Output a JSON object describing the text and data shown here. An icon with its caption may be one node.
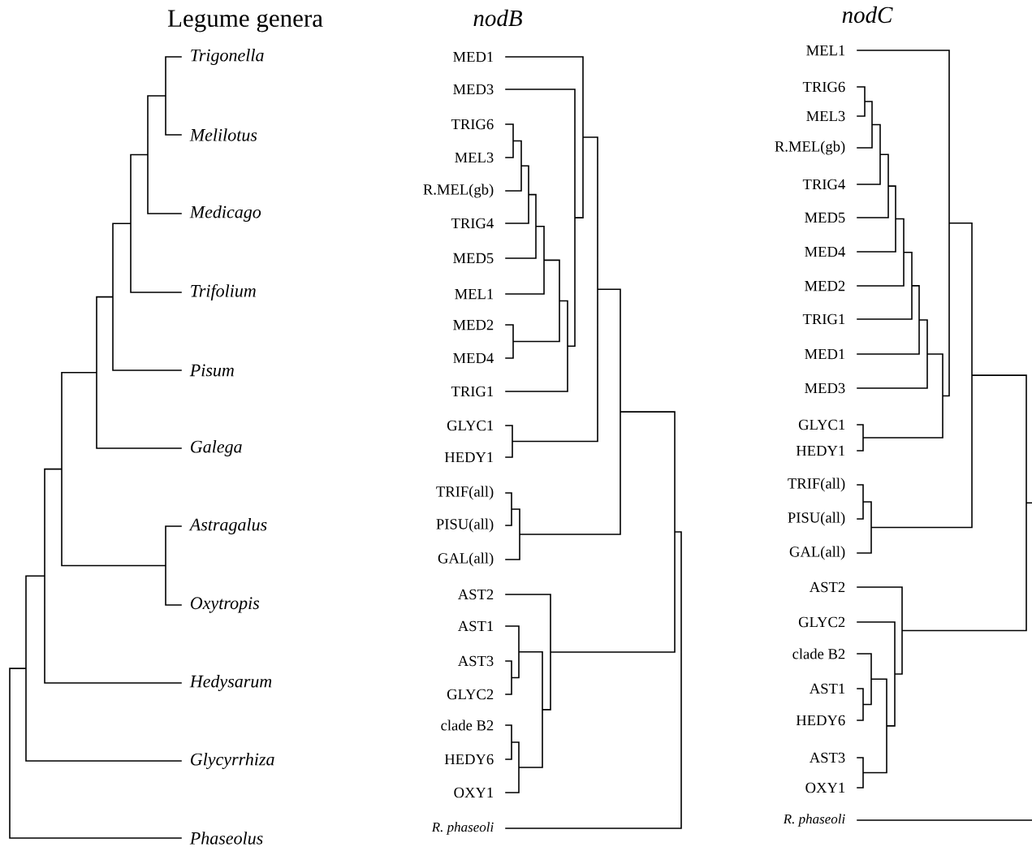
{
  "diagram": {
    "labels": [
      "Legume genera",
      "Trigonella",
      "Melilotus",
      "Medicago",
      "Trifolium",
      "Pisum",
      "Galega",
      "Astragalus",
      "Oxytropis",
      "Hedysarum",
      "Glycyrrhiza",
      "Phaseolus",
      "nodB",
      "MED1",
      "MED3",
      "TRIG6",
      "MEL3",
      "R.MEL(gb)",
      "TRIG4",
      "MED5",
      "MEL1",
      "MED2",
      "MED4",
      "TRIG1",
      "GLYC1",
      "HEDY1",
      "TRIF(all)",
      "PISU(all)",
      "GAL(all)",
      "AST2",
      "AST1",
      "AST3",
      "GLYC2",
      "clade B2",
      "HEDY6",
      "OXY1",
      "R. phaseoli",
      "nodC",
      "MEL1",
      "TRIG6",
      "MEL3",
      "R.MEL(gb)",
      "TRIG4",
      "MED5",
      "MED4",
      "MED2",
      "TRIG1",
      "MED1",
      "MED3",
      "GLYC1",
      "HEDY1",
      "TRIF(all)",
      "PISU(all)",
      "GAL(all)",
      "AST2",
      "GLYC2",
      "clade B2",
      "AST1",
      "HEDY6",
      "AST3",
      "OXY1",
      "R. phaseoli"
    ]
  }
}
